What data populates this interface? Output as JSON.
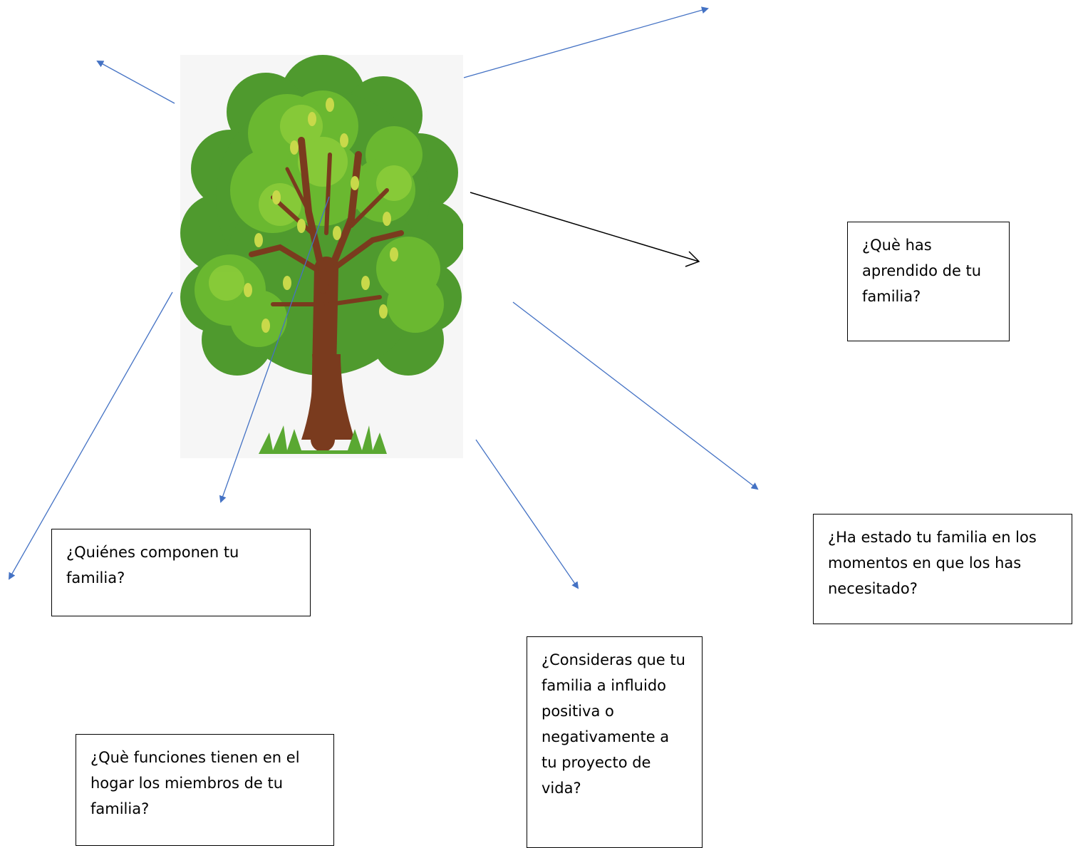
{
  "questions": {
    "componen": "¿Quiénes componen tu familia?",
    "funciones": "¿Què funciones tienen en el hogar los miembros de tu familia?",
    "influido": "¿Consideras que tu familia a influido positiva o negativamente a tu proyecto de vida?",
    "aprendido": "¿Què has aprendido de tu familia?",
    "momentos": "¿Ha estado tu familia en los momentos en que los has necesitado?"
  },
  "colors": {
    "arrow_blue": "#4472c4",
    "arrow_black": "#000000",
    "foliage_dark": "#4f9a2e",
    "foliage_mid": "#6ab830",
    "foliage_light": "#8ccc3a",
    "leaf_yellow": "#c8d94a",
    "trunk": "#7a3b1e",
    "grass": "#5aa832"
  },
  "icons": {
    "tree": "tree-illustration"
  }
}
